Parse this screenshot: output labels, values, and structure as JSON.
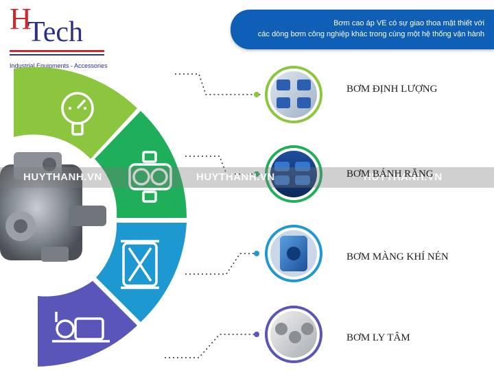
{
  "logo": {
    "letter_h": "H",
    "letters_tech": "Tech",
    "tagline": "Industrial Equipments - Accessories"
  },
  "banner": {
    "line1": "Bơm cao áp VE có sự giao thoa mật thiết với",
    "line2": "các dòng bơm công nghiệp khác trong cùng một hệ thống vận hành"
  },
  "categories": [
    {
      "label": "BƠM ĐỊNH LƯỢNG",
      "icon": "pressure-gauge-icon",
      "color": "#8cc63f"
    },
    {
      "label": "BƠM BÁNH RĂNG",
      "icon": "gear-pump-icon",
      "color": "#1fae5a"
    },
    {
      "label": "BƠM MÀNG KHÍ NÉN",
      "icon": "diaphragm-pump-icon",
      "color": "#1e98d0"
    },
    {
      "label": "BƠM LY TÂM",
      "icon": "centrifugal-pump-icon",
      "color": "#5a55b8"
    }
  ],
  "watermark": {
    "text1": "HUYTHANH.VN",
    "text2": "HUYTHANH.VN",
    "text3": "HUYTHANH.VN"
  },
  "colors": {
    "brand_red": "#d0262c",
    "brand_blue": "#2b2f86",
    "banner_blue": "#0f5fb6"
  }
}
